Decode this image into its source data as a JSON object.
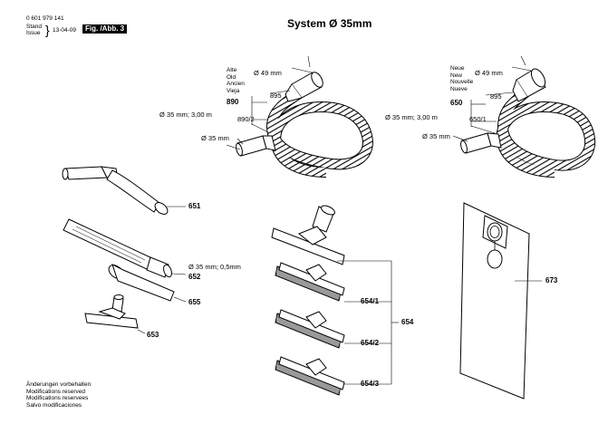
{
  "header": {
    "part_number": "0 601 979 141",
    "stand_label": "Stand",
    "issue_label": "Issue",
    "date": "13-04-09",
    "fig_label": "Fig. /Abb. 3",
    "title": "System Ø 35mm"
  },
  "hose_left": {
    "old_labels": [
      "Alte",
      "Old",
      "Ancien",
      "Vieja"
    ],
    "d49": "Ø 49 mm",
    "ref_895": "895",
    "ref_890": "890",
    "spec": "Ø 35 mm; 3,00 m",
    "ref_890_2": "890/2",
    "d35": "Ø 35 mm"
  },
  "hose_right": {
    "new_labels": [
      "Neue",
      "New",
      "Nouvelle",
      "Nueve"
    ],
    "d49": "Ø 49 mm",
    "ref_895": "895",
    "ref_650": "650",
    "spec": "Ø 35 mm; 3,00 m",
    "ref_650_1": "650/1",
    "d35": "Ø 35 mm"
  },
  "parts": {
    "p651": "651",
    "p652_spec": "Ø 35 mm; 0,5mm",
    "p652": "652",
    "p655": "655",
    "p653": "653",
    "p654_1": "654/1",
    "p654": "654",
    "p654_2": "654/2",
    "p654_3": "654/3",
    "p673": "673"
  },
  "footer": {
    "notes": [
      "Änderungen vorbehalten",
      "Modifications reserved",
      "Modifications reservees",
      "Salvo modificaciones"
    ]
  }
}
